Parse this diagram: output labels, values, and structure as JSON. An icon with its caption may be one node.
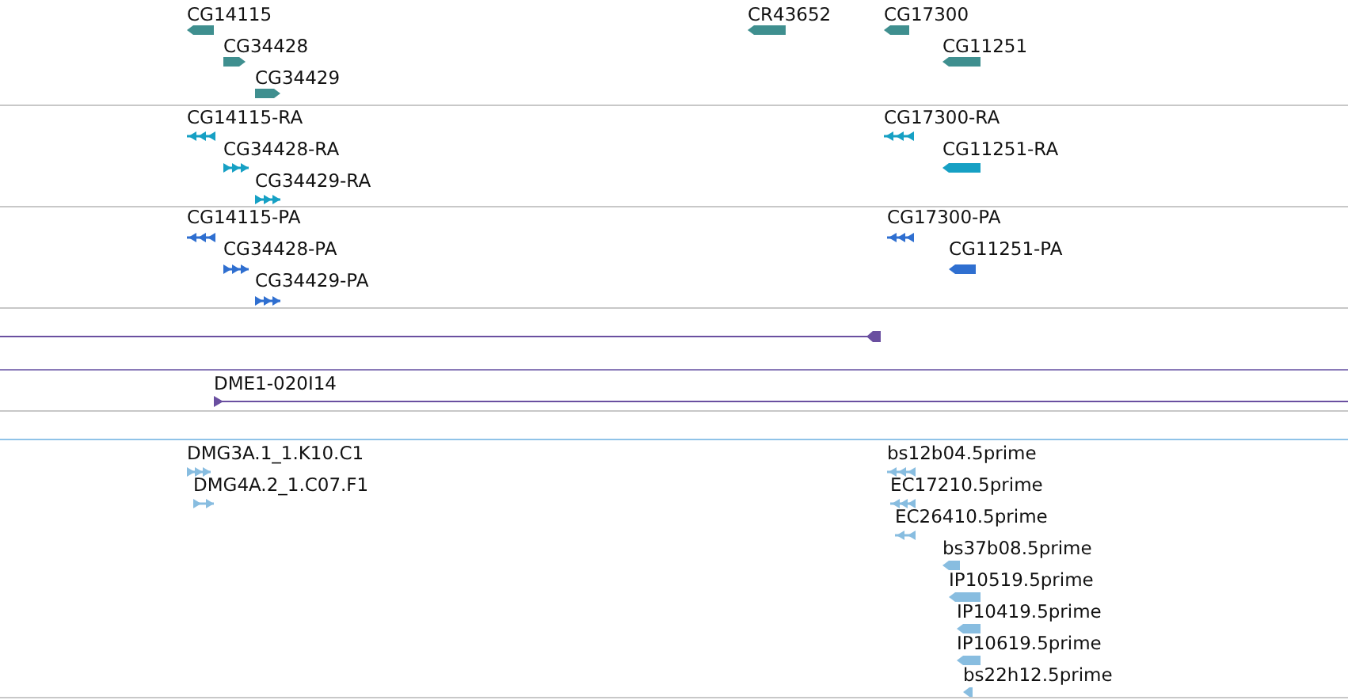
{
  "diagram": {
    "labels": [
      "CG14115",
      "CR43652",
      "CG17300",
      "CG34428",
      "CG11251",
      "CG34429",
      "CG14115-RA",
      "CG17300-RA",
      "CG34428-RA",
      "CG11251-RA",
      "CG34429-RA",
      "CG14115-PA",
      "CG17300-PA",
      "CG34428-PA",
      "CG11251-PA",
      "CG34429-PA",
      "DME1-020I14",
      "DMG3A.1_1.K10.C1",
      "bs12b04.5prime",
      "DMG4A.2_1.C07.F1",
      "EC17210.5prime",
      "EC26410.5prime",
      "bs37b08.5prime",
      "IP10519.5prime",
      "IP10419.5prime",
      "IP10619.5prime",
      "bs22h12.5prime"
    ]
  }
}
